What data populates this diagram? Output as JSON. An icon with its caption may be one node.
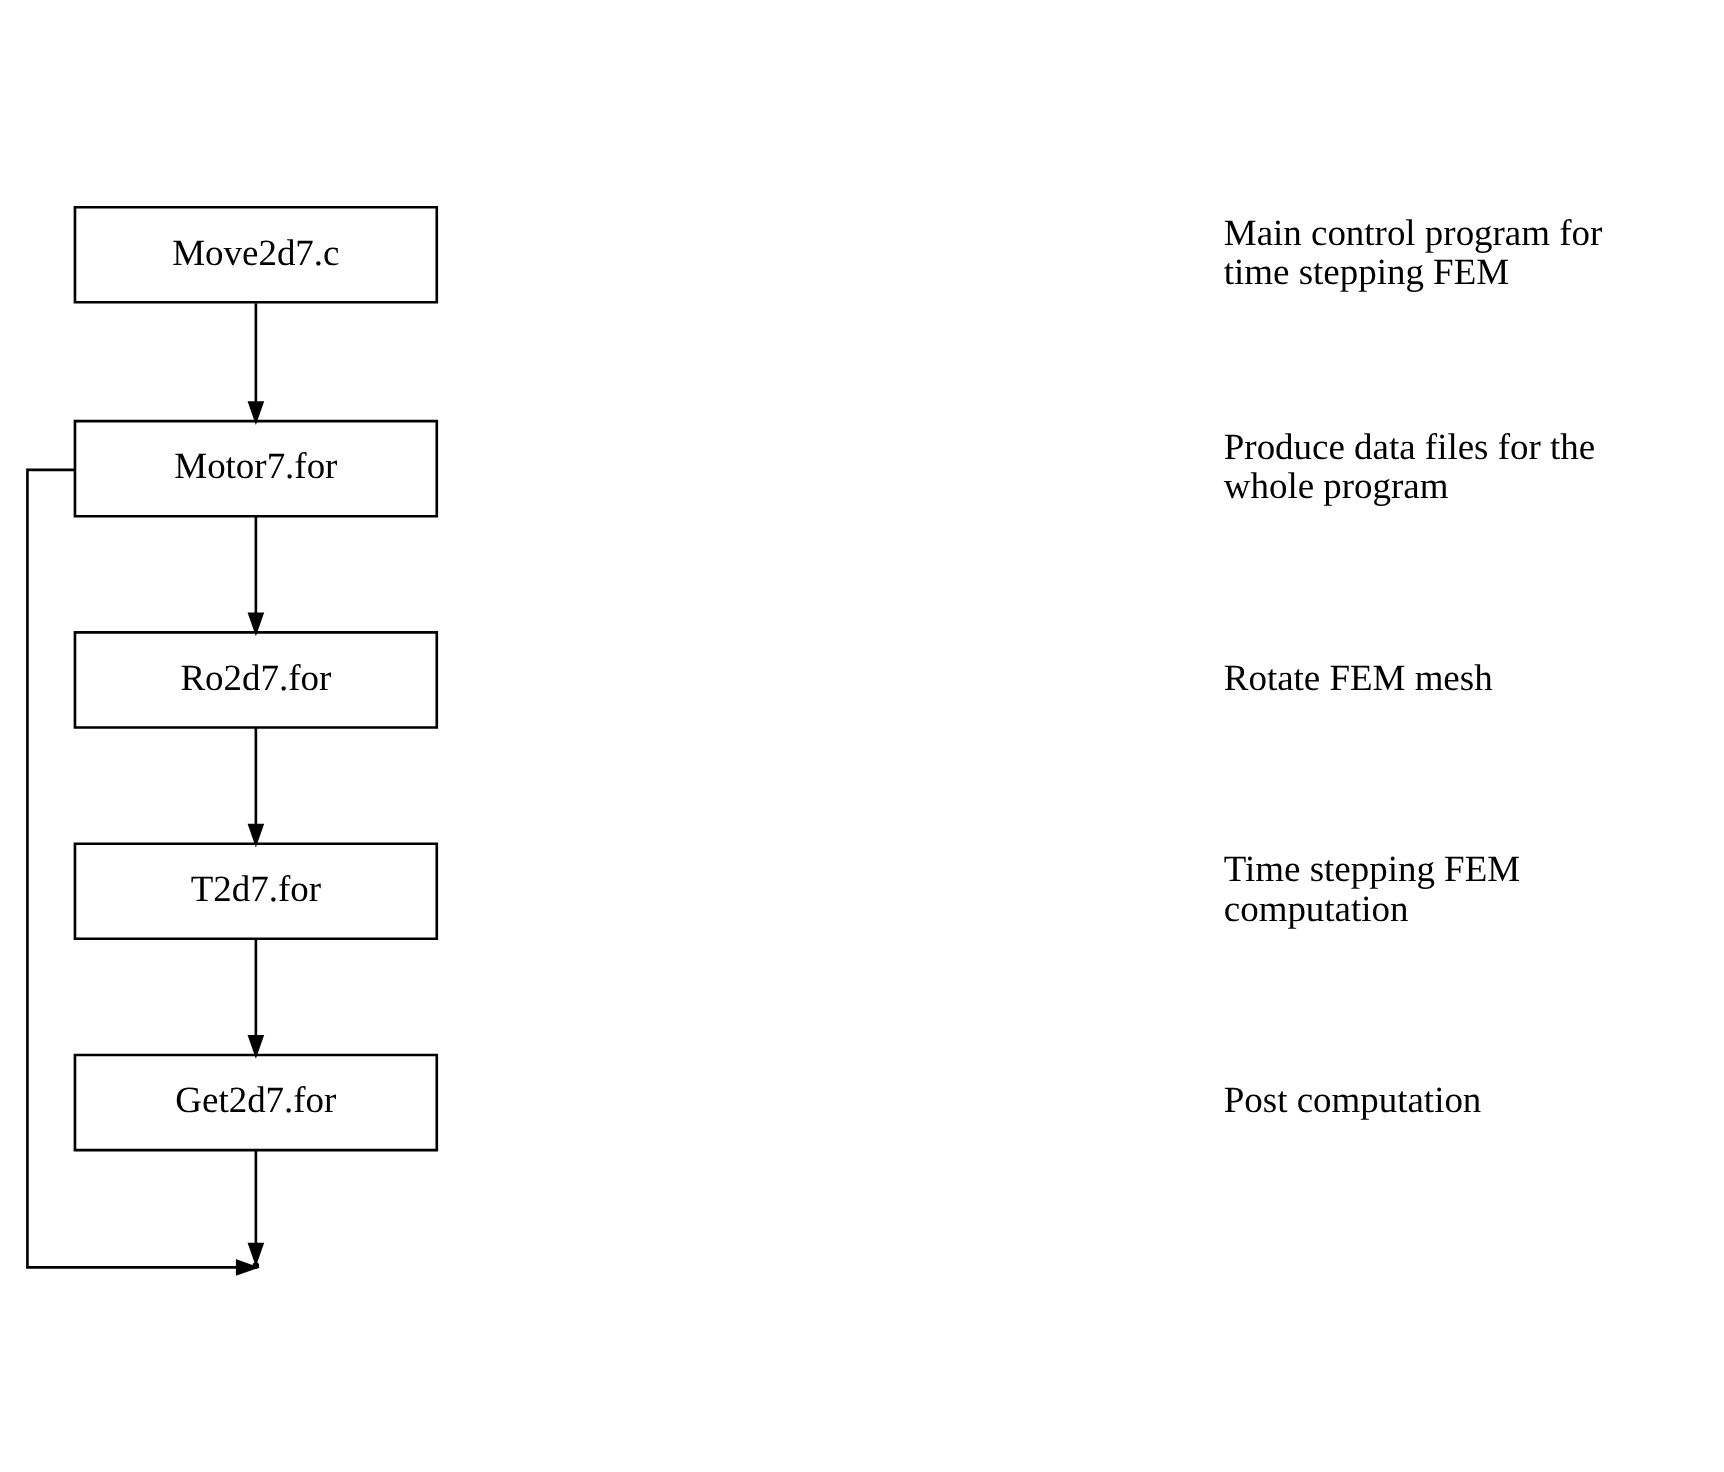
{
  "diagram": {
    "nodes": [
      {
        "text": [
          "Move2d7.c"
        ]
      },
      {
        "text": [
          "Motor7.for"
        ]
      },
      {
        "text": [
          "Ro2d7.for"
        ]
      },
      {
        "text": [
          "T2d7.for"
        ]
      },
      {
        "text": [
          "Get2d7.for"
        ]
      }
    ],
    "edges": [
      {
        "from": 0,
        "to": 1,
        "arrow": "to"
      },
      {
        "from": 1,
        "to": 2,
        "arrow": "to"
      },
      {
        "from": 2,
        "to": 3,
        "arrow": "to"
      },
      {
        "from": 3,
        "to": 4,
        "arrow": "to"
      },
      {
        "from": 1,
        "to": null,
        "arrow": "to"
      },
      {
        "from": 4,
        "to": null,
        "arrow": "to"
      }
    ],
    "labels": [
      "Main control program for time stepping FEM",
      "Produce data files for the whole program",
      "Rotate FEM mesh",
      "Time stepping FEM computation",
      "Post computation"
    ]
  }
}
